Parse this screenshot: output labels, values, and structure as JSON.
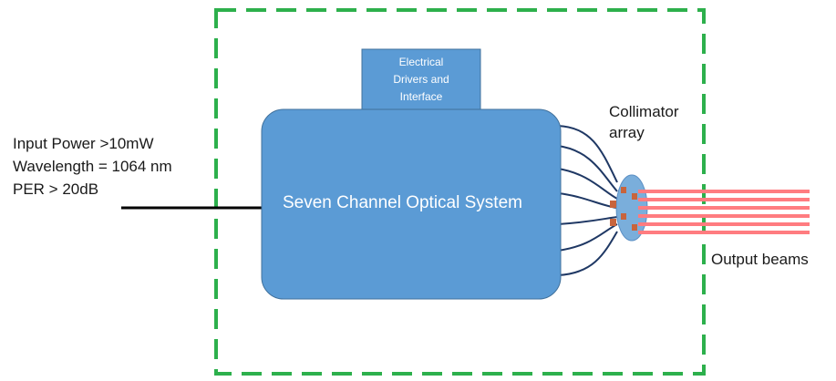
{
  "input_specs": {
    "lines": [
      "Input Power >10mW",
      "Wavelength = 1064 nm",
      "PER > 20dB"
    ]
  },
  "drivers_box": {
    "lines": [
      "Electrical",
      "Drivers and",
      "Interface"
    ]
  },
  "optical_system": {
    "label": "Seven Channel Optical System"
  },
  "collimator": {
    "lines": [
      "Collimator",
      "array"
    ]
  },
  "output": {
    "label": "Output beams"
  },
  "colors": {
    "boundary": "#2db04c",
    "box_fill": "#5b9bd5",
    "box_stroke": "#41719c",
    "fiber": "#1f3864",
    "beam": "#ff7c80",
    "collimator": "#7aaedb"
  }
}
